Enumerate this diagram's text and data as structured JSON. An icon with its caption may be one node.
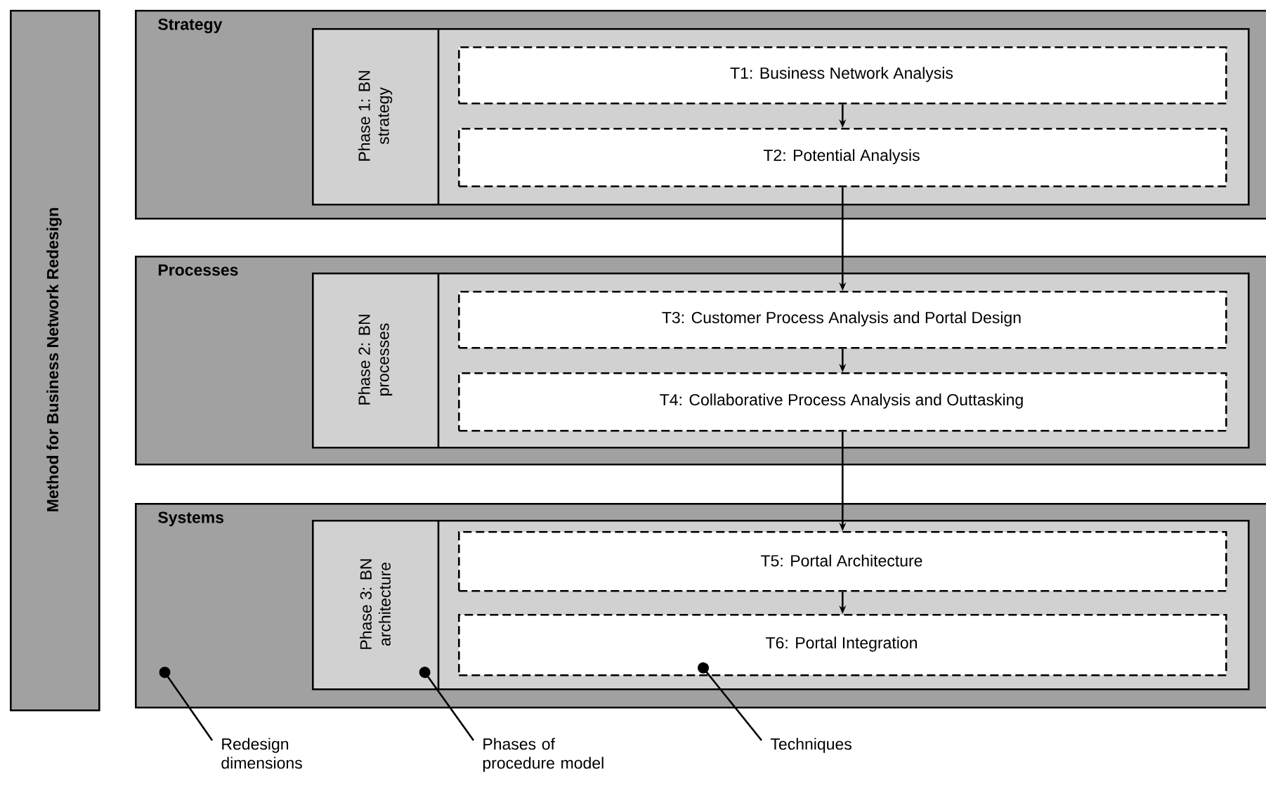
{
  "diagram": {
    "nodes": [
      {
        "text": [
          "Method for Business Network Redesign"
        ]
      },
      {
        "text": [
          "Strategy"
        ]
      },
      {
        "text": [
          "Phase 1: BN strategy"
        ],
        "in": 1
      },
      {
        "text": [
          "T1: Business Network Analysis"
        ],
        "in": 2
      },
      {
        "text": [
          "T2: Potential Analysis"
        ],
        "in": 2
      },
      {
        "text": [
          "Processes"
        ]
      },
      {
        "text": [
          "Phase 2: BN processes"
        ],
        "in": 5
      },
      {
        "text": [
          "T3: Customer Process Analysis and Portal Design"
        ],
        "in": 6
      },
      {
        "text": [
          "T4: Collaborative Process Analysis and Outtasking"
        ],
        "in": 6
      },
      {
        "text": [
          "Systems"
        ]
      },
      {
        "text": [
          "Phase 3: BN architecture"
        ],
        "in": 9
      },
      {
        "text": [
          "T5: Portal Architecture"
        ],
        "in": 10
      },
      {
        "text": [
          "T6: Portal Integration"
        ],
        "in": 10
      },
      {
        "text": [
          "Redesign dimensions"
        ]
      },
      {
        "text": [
          "Phases of procedure model"
        ]
      },
      {
        "text": [
          "Techniques"
        ]
      }
    ],
    "edges": [
      {
        "from": 3,
        "to": 4,
        "arrow": "to"
      },
      {
        "from": 4,
        "to": 7,
        "arrow": "to"
      },
      {
        "from": 7,
        "to": 8,
        "arrow": "to"
      },
      {
        "from": 8,
        "to": 11,
        "arrow": "to"
      },
      {
        "from": 11,
        "to": 12,
        "arrow": "to"
      },
      {
        "from": 13,
        "to": 9,
        "arrow": "other"
      },
      {
        "from": 14,
        "to": 10,
        "arrow": "other"
      },
      {
        "from": 15,
        "to": 12,
        "arrow": "other"
      }
    ]
  }
}
